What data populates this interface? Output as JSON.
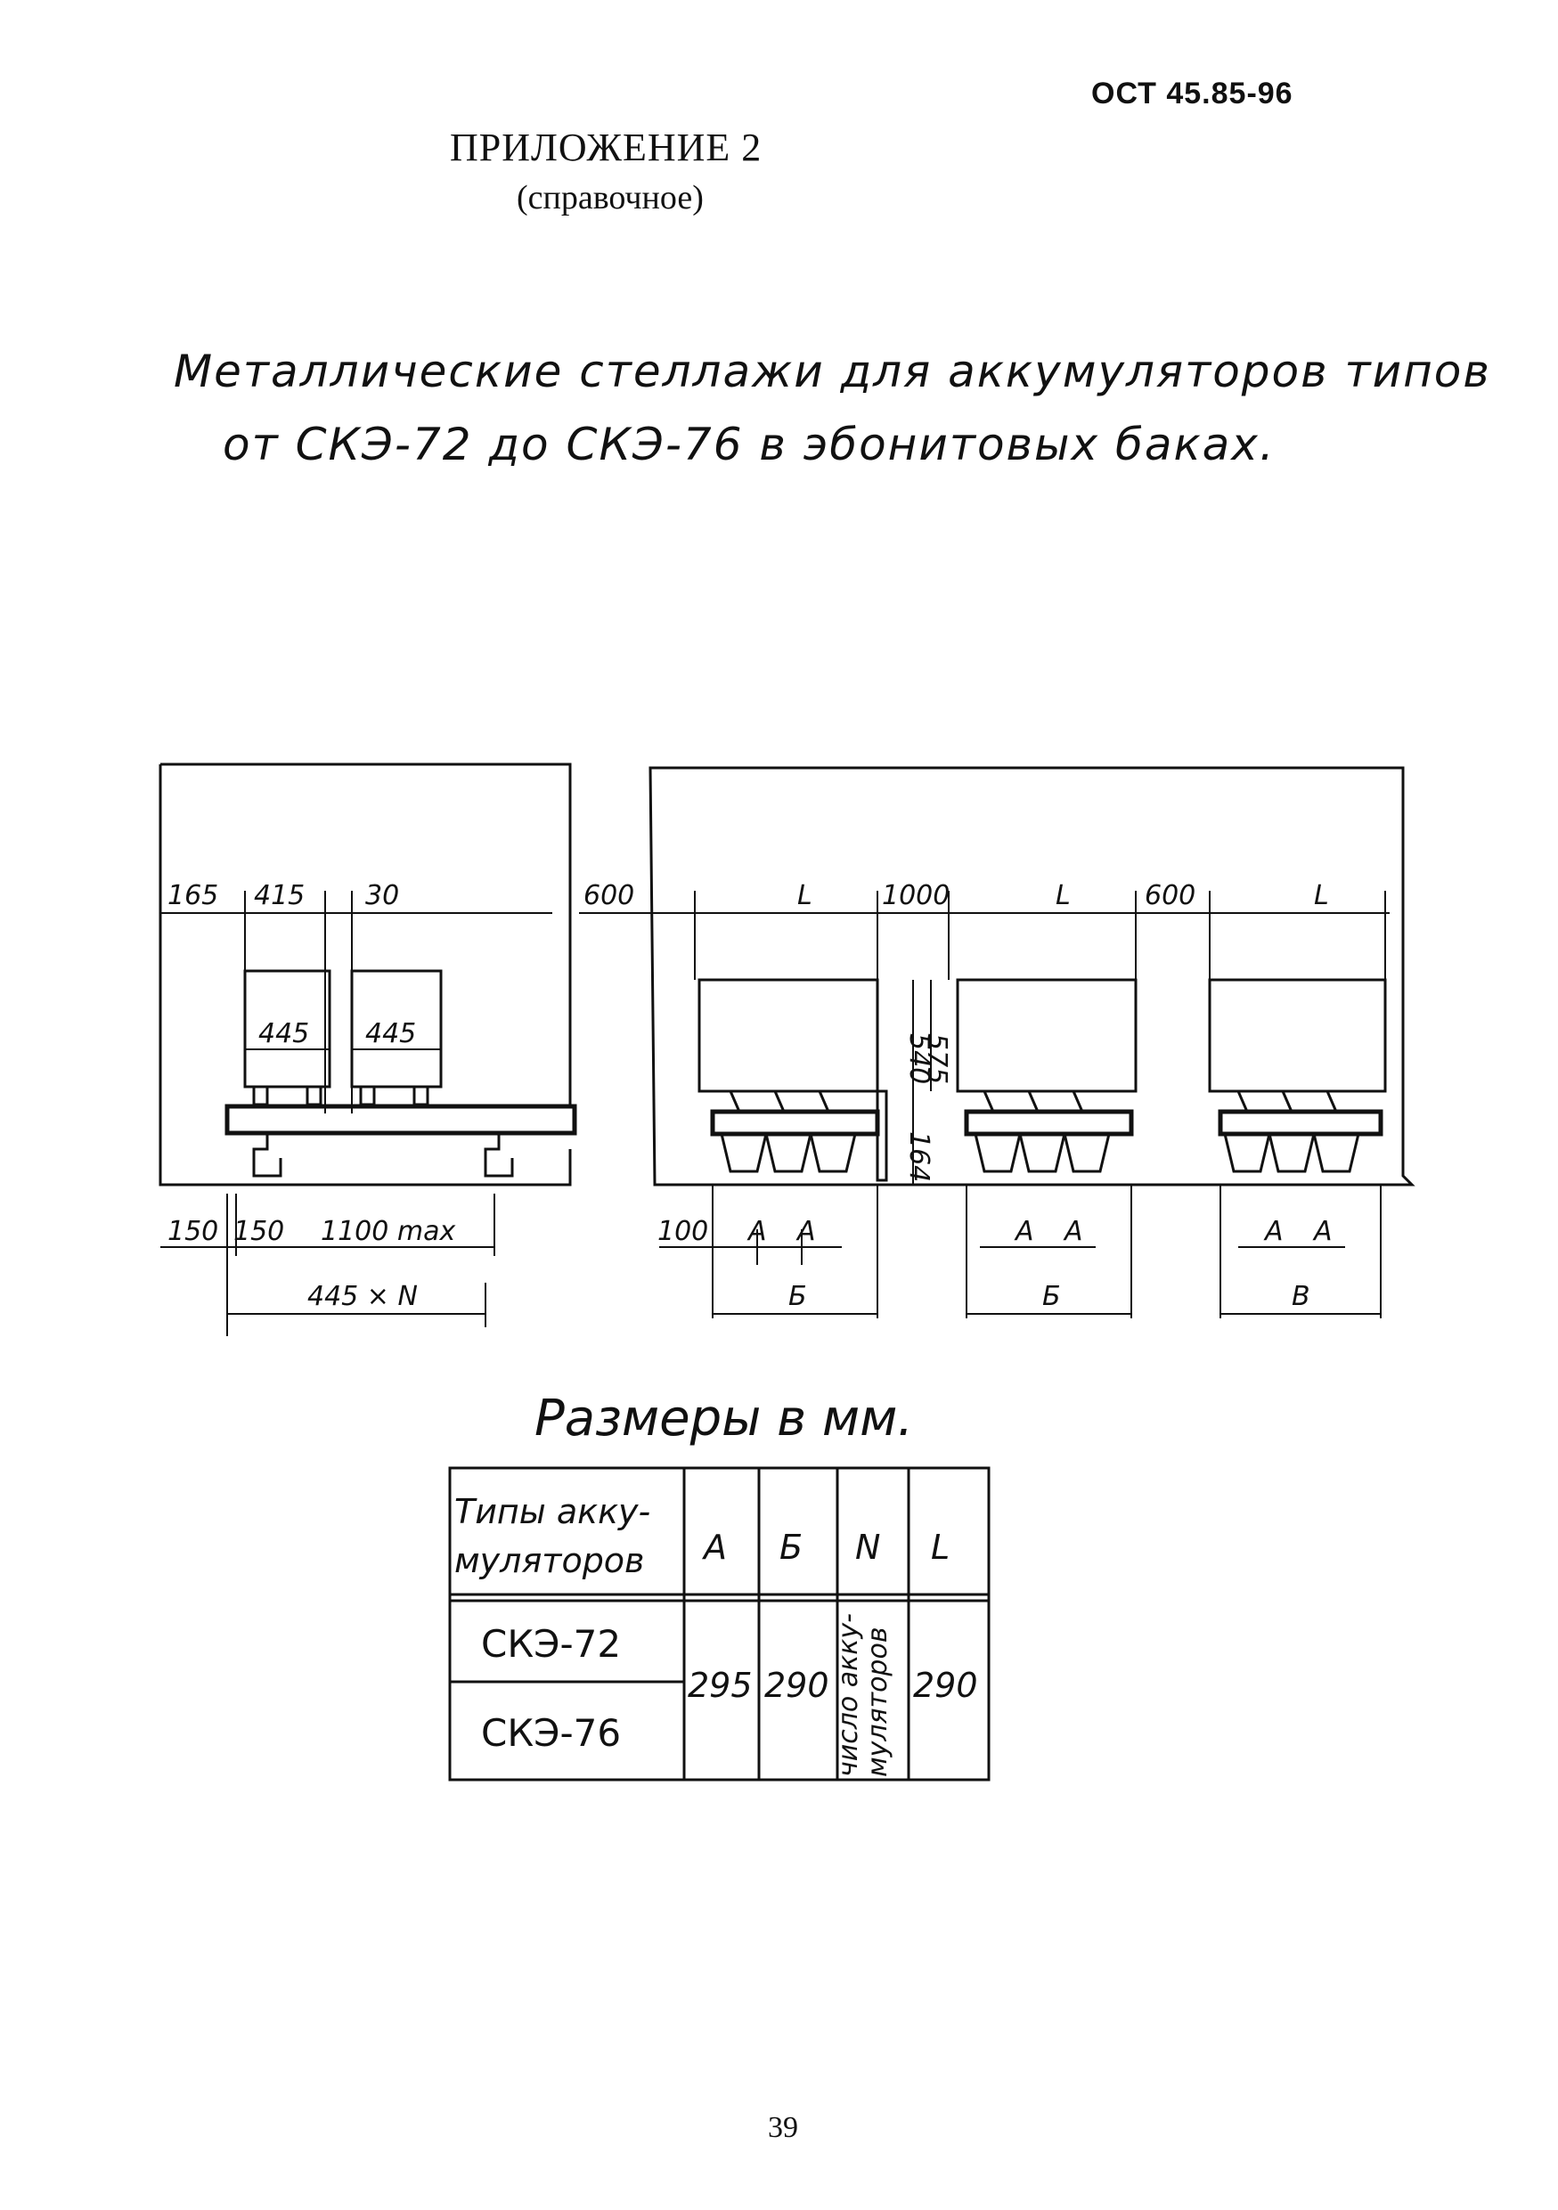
{
  "header": {
    "doc_code": "ОСТ 45.85-96",
    "appendix": "ПРИЛОЖЕНИЕ 2",
    "appendix_type": "(справочное)"
  },
  "title": {
    "line1": "Металлические стеллажи для аккумуляторов типов",
    "line2": "от СКЭ-72 до СКЭ-76 в эбонитовых баках."
  },
  "drawing_left": {
    "top_dims": [
      "165",
      "415",
      "30"
    ],
    "battery_labels": [
      "445",
      "445"
    ],
    "bottom_dims": [
      "150",
      "150",
      "1100 max"
    ],
    "overall": "445 × N"
  },
  "drawing_right": {
    "top_dims": [
      "600",
      "L",
      "1000",
      "L",
      "600",
      "L"
    ],
    "vertical_dims": [
      "540",
      "575",
      "164"
    ],
    "bottom_offset": "100",
    "a_labels": [
      "A",
      "A",
      "A",
      "A",
      "A",
      "A"
    ],
    "b_labels": [
      "Б",
      "Б",
      "В"
    ]
  },
  "units_note": "Размеры в мм.",
  "table": {
    "headers": [
      "Типы акку-\nмуляторов",
      "А",
      "Б",
      "N",
      "L"
    ],
    "header_type_line1": "Типы акку-",
    "header_type_line2": "муляторов",
    "rows": [
      "СКЭ-72",
      "СКЭ-76"
    ],
    "value_a": "295",
    "value_b": "290",
    "value_n_line1": "число акку-",
    "value_n_line2": "муляторов",
    "value_l": "290"
  },
  "page_number": "39"
}
